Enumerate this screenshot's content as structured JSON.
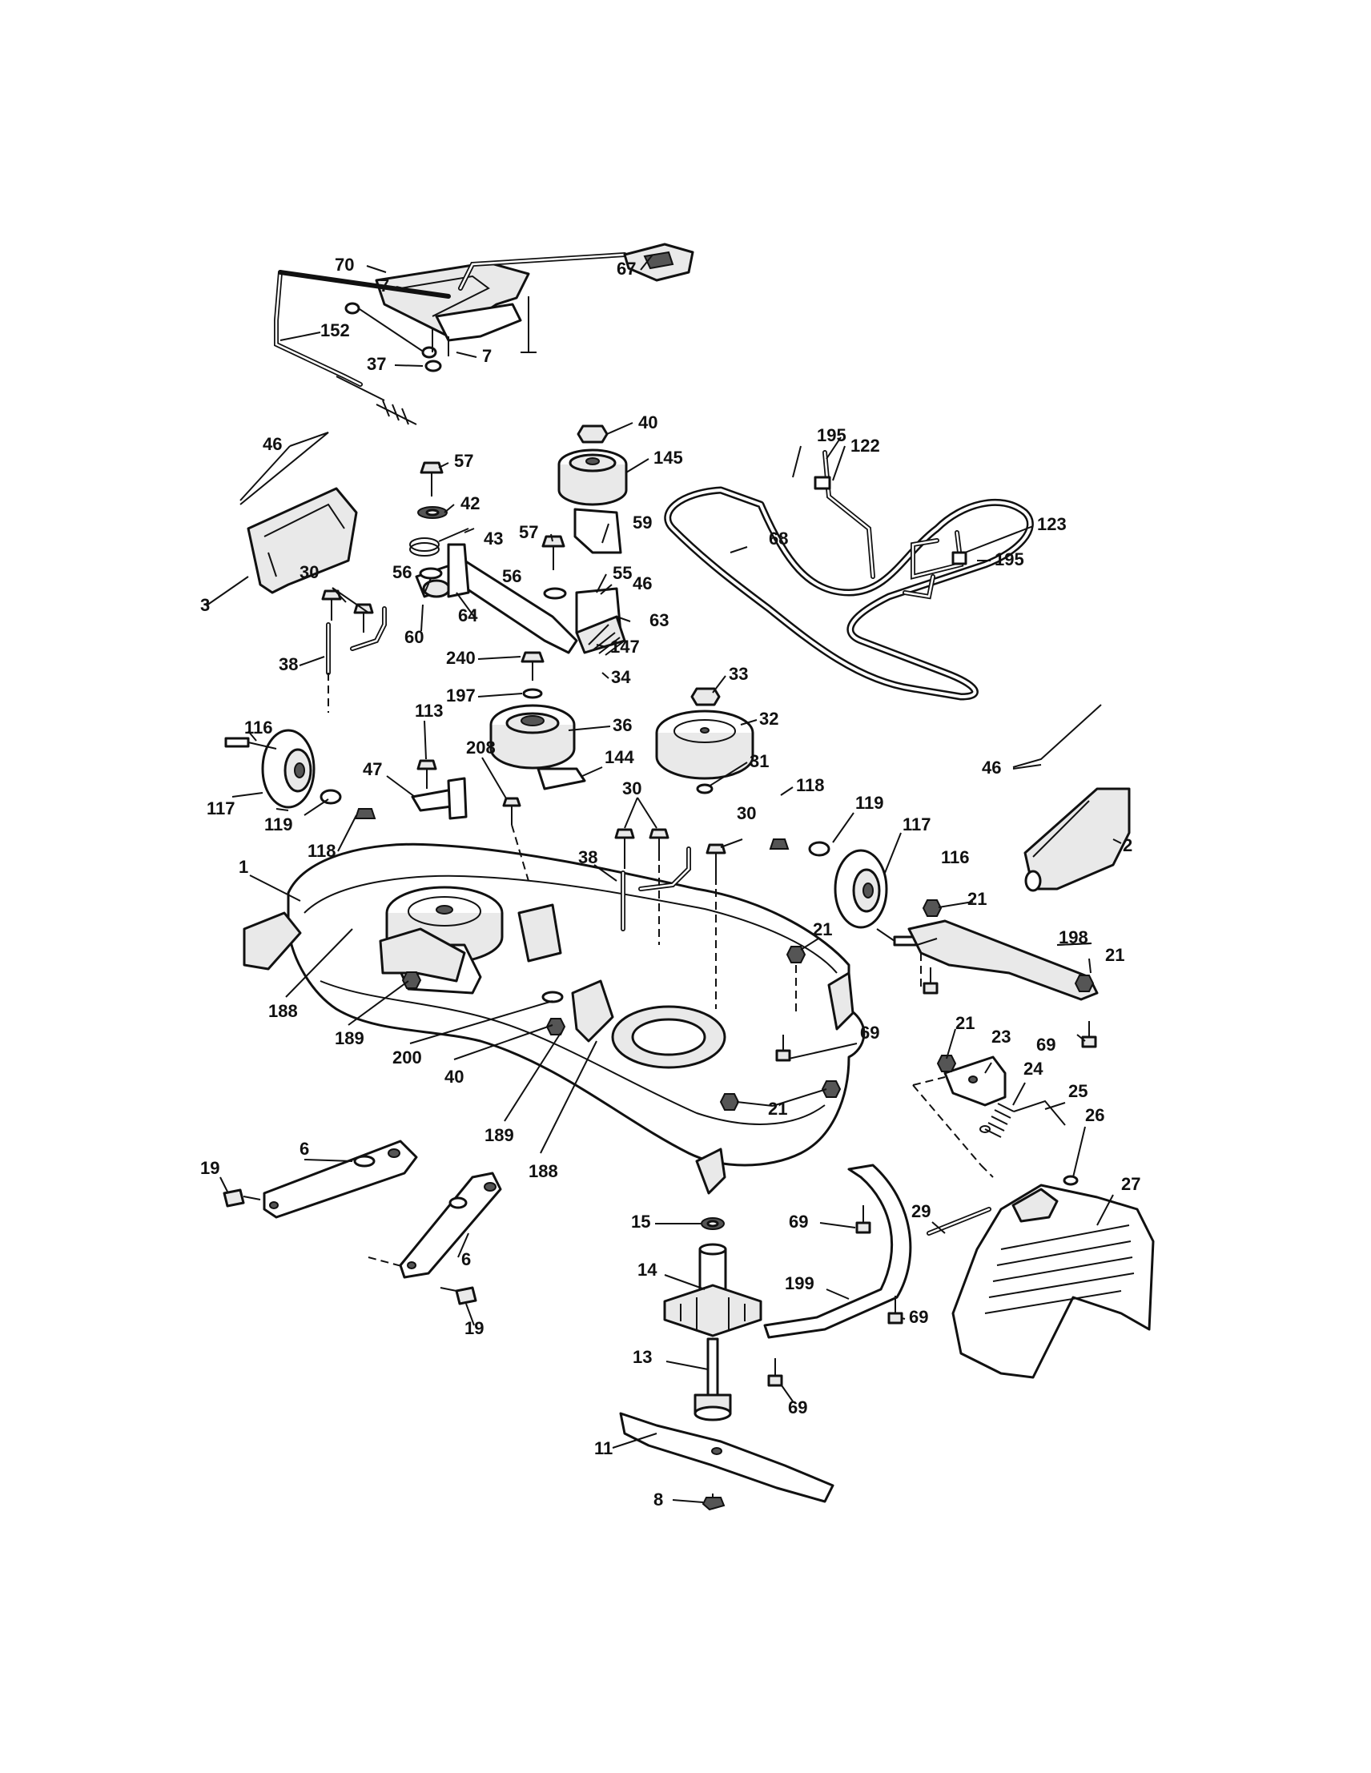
{
  "callouts": [
    {
      "id": "c70",
      "text": "70"
    },
    {
      "id": "c67",
      "text": "67"
    },
    {
      "id": "c7a",
      "text": "7"
    },
    {
      "id": "c152",
      "text": "152"
    },
    {
      "id": "c7b",
      "text": "7"
    },
    {
      "id": "c37",
      "text": "37"
    },
    {
      "id": "c40a",
      "text": "40"
    },
    {
      "id": "c46a",
      "text": "46"
    },
    {
      "id": "c57a",
      "text": "57"
    },
    {
      "id": "c145",
      "text": "145"
    },
    {
      "id": "c195a",
      "text": "195"
    },
    {
      "id": "c122",
      "text": "122"
    },
    {
      "id": "c42",
      "text": "42"
    },
    {
      "id": "c57b",
      "text": "57"
    },
    {
      "id": "c59",
      "text": "59"
    },
    {
      "id": "c43",
      "text": "43"
    },
    {
      "id": "c68",
      "text": "68"
    },
    {
      "id": "c123",
      "text": "123"
    },
    {
      "id": "c195b",
      "text": "195"
    },
    {
      "id": "c56a",
      "text": "56"
    },
    {
      "id": "c55",
      "text": "55"
    },
    {
      "id": "c30a",
      "text": "30"
    },
    {
      "id": "c56b",
      "text": "56"
    },
    {
      "id": "c46b",
      "text": "46"
    },
    {
      "id": "c3",
      "text": "3"
    },
    {
      "id": "c64",
      "text": "64"
    },
    {
      "id": "c63",
      "text": "63"
    },
    {
      "id": "c60",
      "text": "60"
    },
    {
      "id": "c147",
      "text": "147"
    },
    {
      "id": "c240",
      "text": "240"
    },
    {
      "id": "c38a",
      "text": "38"
    },
    {
      "id": "c33",
      "text": "33"
    },
    {
      "id": "c34",
      "text": "34"
    },
    {
      "id": "c197",
      "text": "197"
    },
    {
      "id": "c32",
      "text": "32"
    },
    {
      "id": "c113",
      "text": "113"
    },
    {
      "id": "c36",
      "text": "36"
    },
    {
      "id": "c116a",
      "text": "116"
    },
    {
      "id": "c208",
      "text": "208"
    },
    {
      "id": "c144",
      "text": "144"
    },
    {
      "id": "c31",
      "text": "31"
    },
    {
      "id": "c47",
      "text": "47"
    },
    {
      "id": "c46c",
      "text": "46"
    },
    {
      "id": "c118a",
      "text": "118"
    },
    {
      "id": "c30b",
      "text": "30"
    },
    {
      "id": "c119a",
      "text": "119"
    },
    {
      "id": "c117a",
      "text": "117"
    },
    {
      "id": "c30c",
      "text": "30"
    },
    {
      "id": "c117b",
      "text": "117"
    },
    {
      "id": "c119b",
      "text": "119"
    },
    {
      "id": "c38b",
      "text": "38"
    },
    {
      "id": "c2",
      "text": "2"
    },
    {
      "id": "c118b",
      "text": "118"
    },
    {
      "id": "c116b",
      "text": "116"
    },
    {
      "id": "c1",
      "text": "1"
    },
    {
      "id": "c21a",
      "text": "21"
    },
    {
      "id": "c21b",
      "text": "21"
    },
    {
      "id": "c198",
      "text": "198"
    },
    {
      "id": "c21c",
      "text": "21"
    },
    {
      "id": "c188a",
      "text": "188"
    },
    {
      "id": "c189a",
      "text": "189"
    },
    {
      "id": "c200",
      "text": "200"
    },
    {
      "id": "c69a",
      "text": "69"
    },
    {
      "id": "c21d",
      "text": "21"
    },
    {
      "id": "c23",
      "text": "23"
    },
    {
      "id": "c40b",
      "text": "40"
    },
    {
      "id": "c69b",
      "text": "69"
    },
    {
      "id": "c24",
      "text": "24"
    },
    {
      "id": "c25",
      "text": "25"
    },
    {
      "id": "c21e",
      "text": "21"
    },
    {
      "id": "c189b",
      "text": "189"
    },
    {
      "id": "c6a",
      "text": "6"
    },
    {
      "id": "c26",
      "text": "26"
    },
    {
      "id": "c19a",
      "text": "19"
    },
    {
      "id": "c188b",
      "text": "188"
    },
    {
      "id": "c27",
      "text": "27"
    },
    {
      "id": "c15",
      "text": "15"
    },
    {
      "id": "c29",
      "text": "29"
    },
    {
      "id": "c69c",
      "text": "69"
    },
    {
      "id": "c6b",
      "text": "6"
    },
    {
      "id": "c14",
      "text": "14"
    },
    {
      "id": "c199",
      "text": "199"
    },
    {
      "id": "c19b",
      "text": "19"
    },
    {
      "id": "c69d",
      "text": "69"
    },
    {
      "id": "c13",
      "text": "13"
    },
    {
      "id": "c69e",
      "text": "69"
    },
    {
      "id": "c11",
      "text": "11"
    },
    {
      "id": "c8",
      "text": "8"
    }
  ]
}
